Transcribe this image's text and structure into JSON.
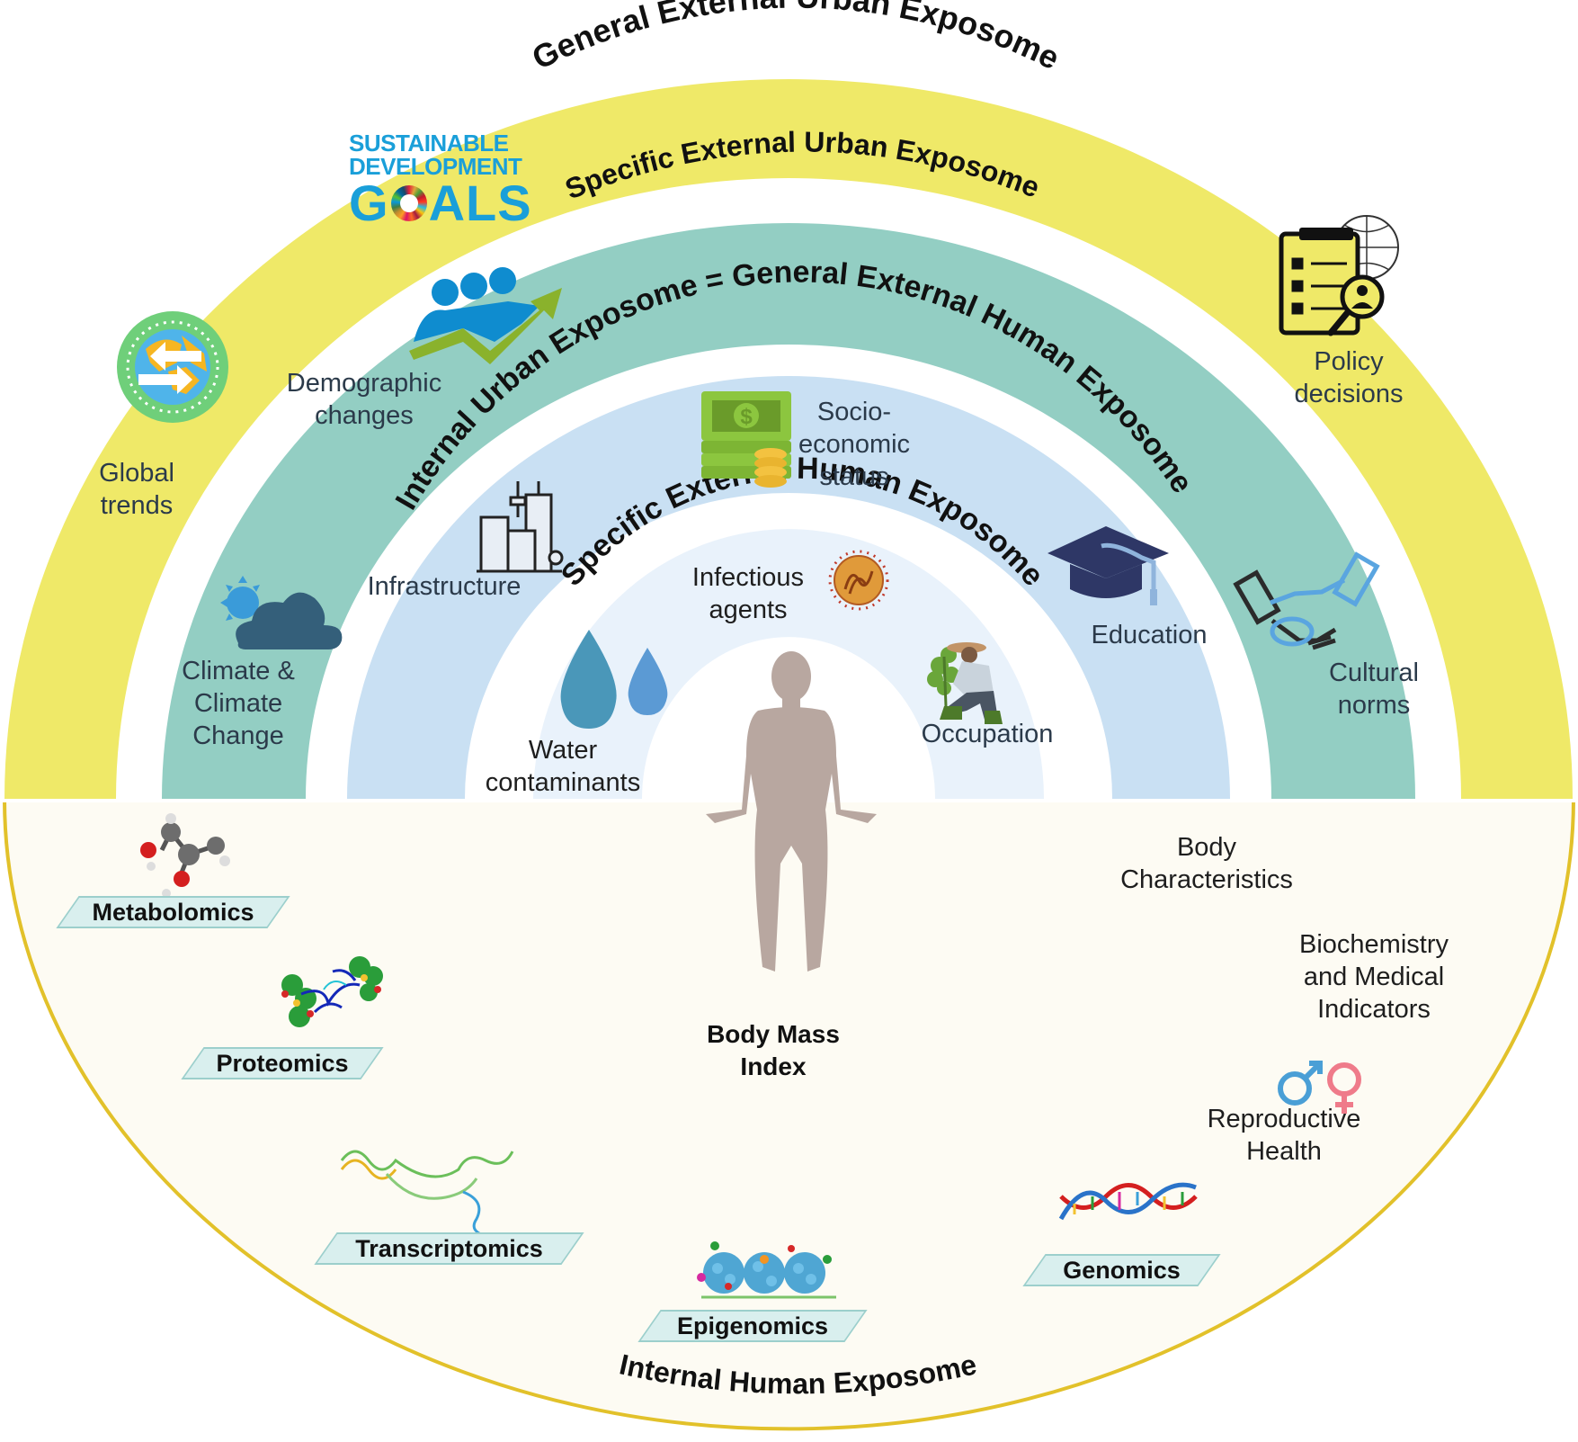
{
  "rings": {
    "general_external_urban": "General External Urban Exposome",
    "specific_external_urban": "Specific External Urban Exposome",
    "internal_urban": "Internal Urban Exposome = General External Human Exposome",
    "specific_external_human": "Specific External Human Exposome",
    "internal_human": "Internal Human Exposome"
  },
  "colors": {
    "yellow_ring": "#efe968",
    "teal_ring": "#93cec3",
    "light_blue_ring": "#c9e0f3",
    "pale_blue_ring": "#e9f2fb",
    "internal_bg": "#fdfbf3",
    "internal_border": "#e2c12a",
    "body": "#b8a7a0",
    "omics_fill": "#d9efee",
    "omics_border": "#9ccfcc"
  },
  "sdg_logo": {
    "line1": "SUSTAINABLE",
    "line2": "DEVELOPMENT",
    "line3_start": "G",
    "line3_end": "ALS"
  },
  "general_urban_items": [
    {
      "id": "global-trends",
      "lines": [
        "Global",
        "trends"
      ],
      "icon": "globe-arrows-icon"
    },
    {
      "id": "policy-decisions",
      "lines": [
        "Policy",
        "decisions"
      ],
      "icon": "policy-checklist-icon"
    }
  ],
  "specific_urban_items": [
    {
      "id": "demographic-changes",
      "lines": [
        "Demographic",
        "changes"
      ],
      "icon": "demographic-growth-icon"
    },
    {
      "id": "climate",
      "lines": [
        "Climate &",
        "Climate",
        "Change"
      ],
      "icon": "sun-cloud-icon"
    },
    {
      "id": "cultural-norms",
      "lines": [
        "Cultural",
        "norms"
      ],
      "icon": "handshake-icon"
    }
  ],
  "internal_urban_items": [
    {
      "id": "socioeconomic",
      "lines": [
        "Socio-",
        "economic",
        "status"
      ],
      "icon": "money-stack-icon"
    },
    {
      "id": "infrastructure",
      "lines": [
        "Infrastructure"
      ],
      "icon": "city-buildings-icon"
    },
    {
      "id": "education",
      "lines": [
        "Education"
      ],
      "icon": "graduation-cap-icon"
    }
  ],
  "specific_human_items": [
    {
      "id": "infectious-agents",
      "lines": [
        "Infectious",
        "agents"
      ],
      "icon": "virus-icon"
    },
    {
      "id": "water-contaminants",
      "lines": [
        "Water",
        "contaminants"
      ],
      "icon": "water-drops-icon"
    },
    {
      "id": "occupation",
      "lines": [
        "Occupation"
      ],
      "icon": "farmer-icon"
    }
  ],
  "internal_human_items": {
    "omics": [
      "Metabolomics",
      "Proteomics",
      "Transcriptomics",
      "Epigenomics",
      "Genomics"
    ],
    "body_mass_index": [
      "Body Mass",
      "Index"
    ],
    "body_characteristics": [
      "Body",
      "Characteristics"
    ],
    "biochemistry": [
      "Biochemistry",
      "and Medical",
      "Indicators"
    ],
    "reproductive_health": [
      "Reproductive",
      "Health"
    ]
  }
}
